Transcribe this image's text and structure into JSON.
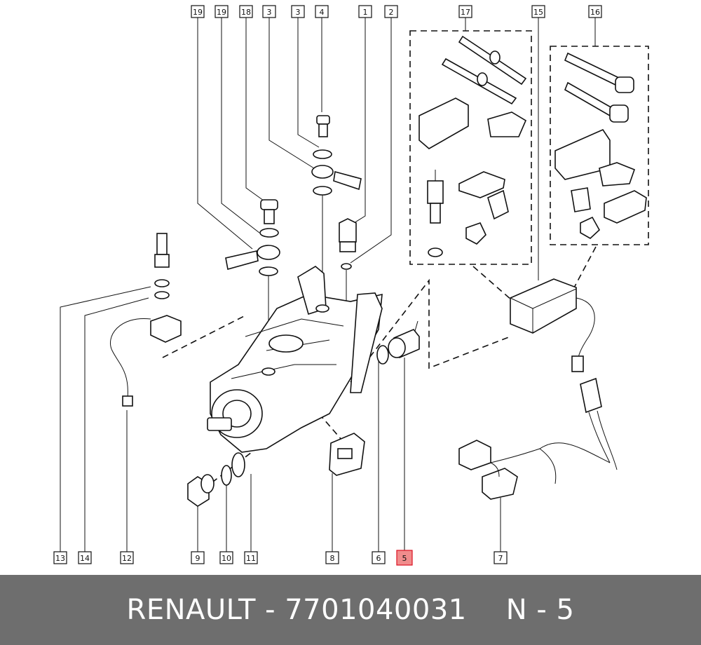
{
  "callouts": {
    "c19a": "19",
    "c19b": "19",
    "c18": "18",
    "c3a": "3",
    "c3b": "3",
    "c4": "4",
    "c1": "1",
    "c2": "2",
    "c17": "17",
    "c15": "15",
    "c16": "16",
    "c13": "13",
    "c14": "14",
    "c12": "12",
    "c9": "9",
    "c10": "10",
    "c11": "11",
    "c8": "8",
    "c6": "6",
    "c5": "5",
    "c7": "7"
  },
  "highlight": "5",
  "footer": {
    "brand_part": "RENAULT - 7701040031",
    "ref": "N - 5"
  },
  "colors": {
    "footer_bg": "#6e6e6e",
    "highlight": "#f08c8c"
  }
}
